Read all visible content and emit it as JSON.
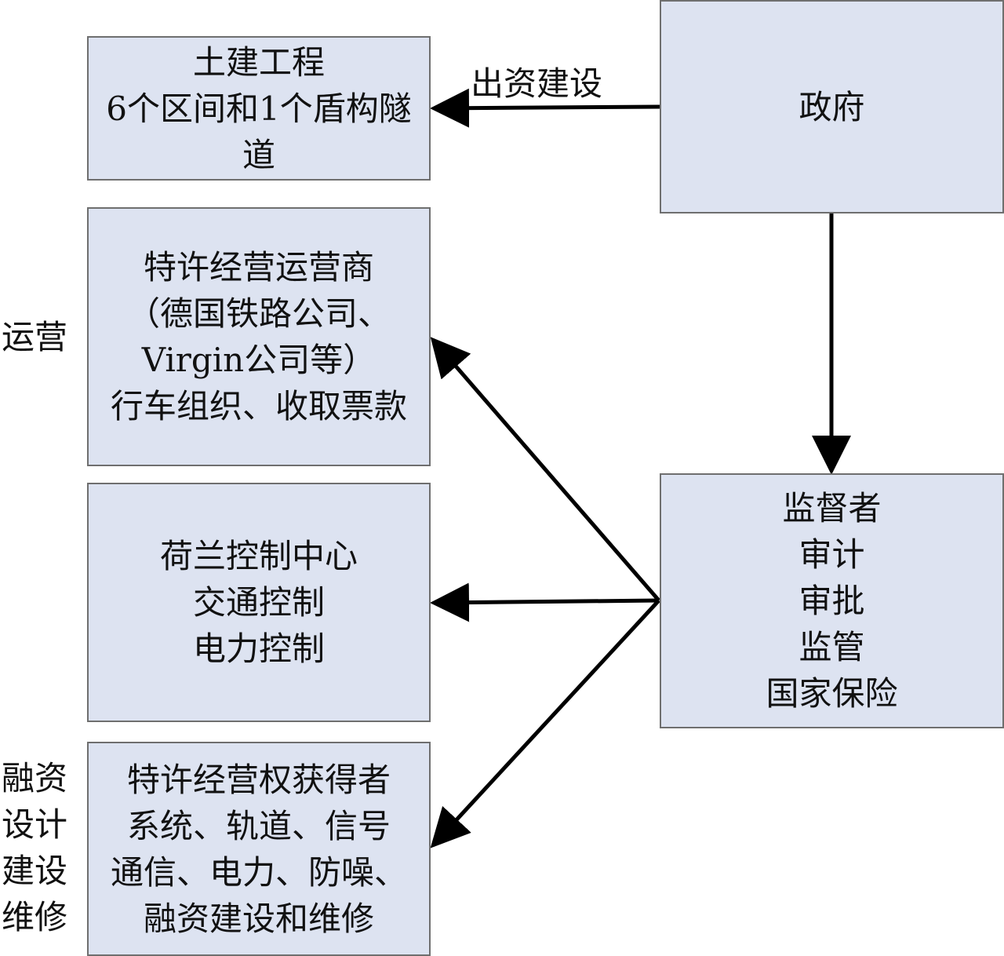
{
  "nodes": {
    "civil": {
      "lines": [
        "土建工程",
        "6个区间和1个盾构隧",
        "道"
      ]
    },
    "government": {
      "lines": [
        "政府"
      ]
    },
    "operator": {
      "lines": [
        "特许经营运营商",
        "（德国铁路公司、",
        "Virgin公司等）",
        "行车组织、收取票款"
      ]
    },
    "control": {
      "lines": [
        "荷兰控制中心",
        "交通控制",
        "电力控制"
      ]
    },
    "concession": {
      "lines": [
        "特许经营权获得者",
        "系统、轨道、信号",
        "通信、电力、防噪、",
        "融资建设和维修"
      ]
    },
    "supervisor": {
      "lines": [
        "监督者",
        "审计",
        "审批",
        "监管",
        "国家保险"
      ]
    }
  },
  "side_labels": {
    "operation": {
      "lines": [
        "运营"
      ]
    },
    "finance": {
      "lines": [
        "融资",
        "设计",
        "建设",
        "维修"
      ]
    }
  },
  "edges": {
    "gov_to_civil": {
      "label": "出资建设"
    }
  },
  "colors": {
    "box_fill": "#dde3f1",
    "box_border": "#6f6f6f",
    "arrow": "#000000",
    "text": "#111111"
  }
}
